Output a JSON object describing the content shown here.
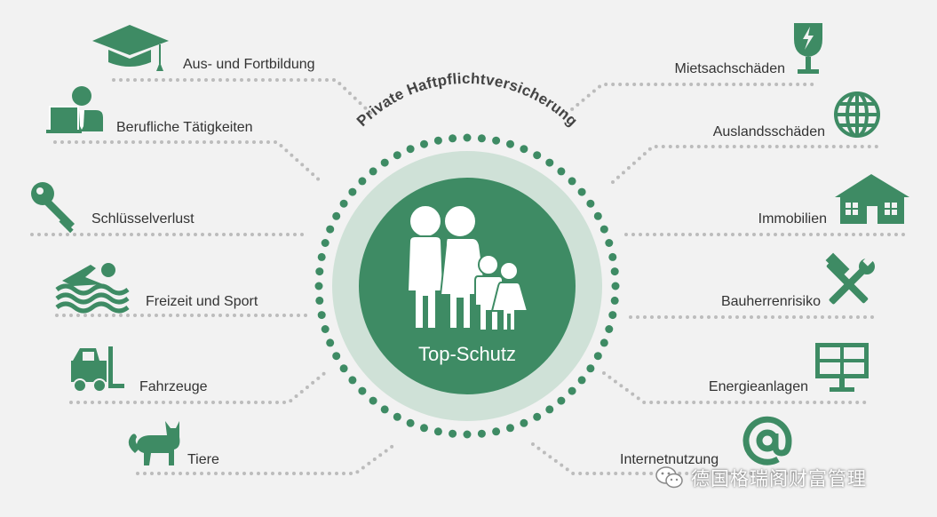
{
  "colors": {
    "primary_green": "#3e8b64",
    "light_ring": "#cfe1d7",
    "dots": "#bcbcbc",
    "background": "#f2f2f2",
    "text": "#333333"
  },
  "diagram": {
    "arc_title": "Private Haftpflichtversicherung",
    "center_label": "Top-Schutz",
    "center_icon": "family-icon",
    "left_items": [
      {
        "label": "Aus- und Fortbildung",
        "icon": "graduation-cap-icon"
      },
      {
        "label": "Berufliche Tätigkeiten",
        "icon": "businessman-laptop-icon"
      },
      {
        "label": "Schlüsselverlust",
        "icon": "key-icon"
      },
      {
        "label": "Freizeit und Sport",
        "icon": "swimmer-icon"
      },
      {
        "label": "Fahrzeuge",
        "icon": "forklift-icon"
      },
      {
        "label": "Tiere",
        "icon": "cat-icon"
      }
    ],
    "right_items": [
      {
        "label": "Mietsachschäden",
        "icon": "broken-glass-icon"
      },
      {
        "label": "Auslandsschäden",
        "icon": "globe-icon"
      },
      {
        "label": "Immobilien",
        "icon": "house-icon"
      },
      {
        "label": "Bauherrenrisiko",
        "icon": "hammer-wrench-icon"
      },
      {
        "label": "Energieanlagen",
        "icon": "solar-panel-icon"
      },
      {
        "label": "Internetnutzung",
        "icon": "at-sign-icon"
      }
    ]
  },
  "watermark": {
    "text": "德国格瑞阁财富管理",
    "icon": "wechat-icon"
  }
}
